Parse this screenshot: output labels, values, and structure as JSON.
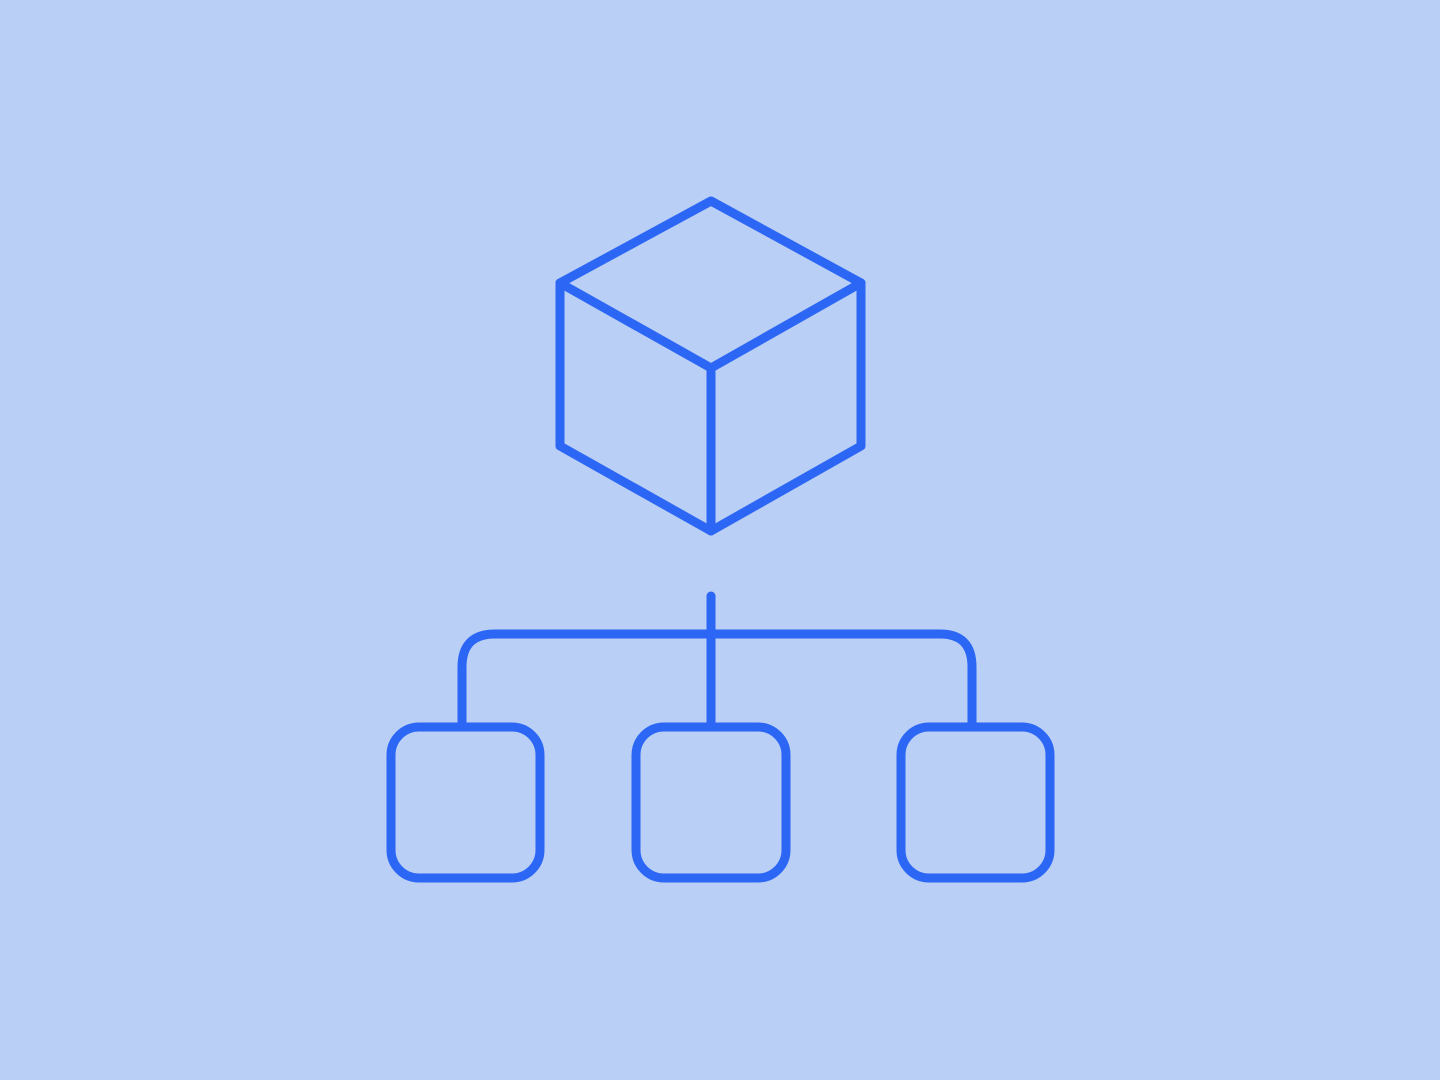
{
  "colors": {
    "background": "#b9cff5",
    "stroke": "#2c66f5"
  },
  "diagram": {
    "type": "hierarchy",
    "root": {
      "shape": "cube-outline",
      "icon": "cube-icon"
    },
    "children": [
      {
        "shape": "rounded-square"
      },
      {
        "shape": "rounded-square"
      },
      {
        "shape": "rounded-square"
      }
    ],
    "connector": "tree-branch"
  }
}
